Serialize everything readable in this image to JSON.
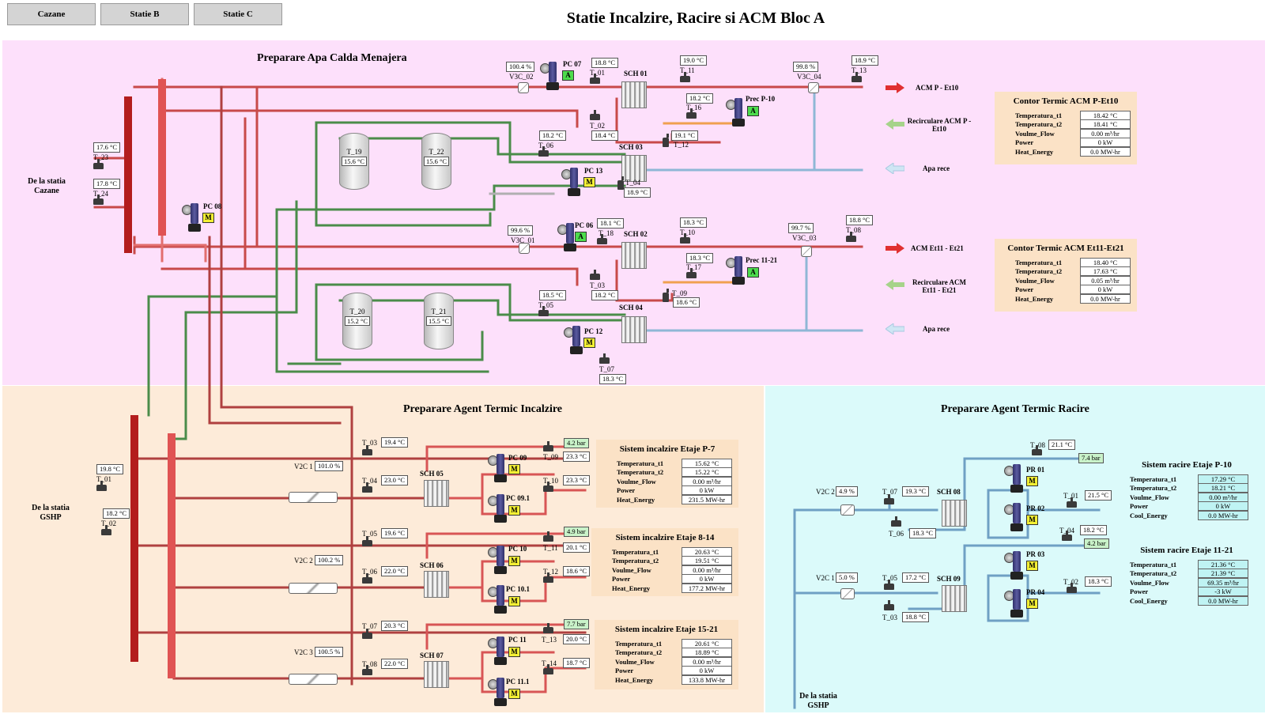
{
  "nav": [
    "Cazane",
    "Statie B",
    "Statie C"
  ],
  "title": "Statie Incalzire, Racire si ACM Bloc A",
  "colors": {
    "acm_panel": "#fde0fb",
    "heat_panel": "#fdebd9",
    "cool_panel": "#dbfafa",
    "hot_pipe": "#c43a3a",
    "return_pipe": "#e16a6a",
    "green_pipe": "#4a8c4a",
    "cold_pipe": "#8fb7d6",
    "manifold": "#b31d1d",
    "alarm_manual": "#f4f034",
    "alarm_auto": "#4ddc4d"
  },
  "acm": {
    "title": "Preparare Apa Calda Menajera",
    "source_label": "De la statia Cazane",
    "temps": {
      "T_23": {
        "label": "T_23",
        "value": "17.6 °C"
      },
      "T_24": {
        "label": "T_24",
        "value": "17.8 °C"
      },
      "T_01": {
        "label": "T_01",
        "value": "18.8 °C"
      },
      "T_02": {
        "label": "T_02",
        "value": "18.4 °C"
      },
      "T_06": {
        "label": "T_06",
        "value": "18.2 °C"
      },
      "T_11": {
        "label": "T_11",
        "value": "19.0 °C"
      },
      "T_16": {
        "label": "T_16",
        "value": "18.2 °C"
      },
      "T_12": {
        "label": "T_12",
        "value": "19.1 °C"
      },
      "T_13": {
        "label": "T_13",
        "value": "18.9 °C"
      },
      "T_04": {
        "label": "T_04",
        "value": "18.9 °C"
      },
      "T_18": {
        "label": "T_18",
        "value": "18.1 °C"
      },
      "T_10": {
        "label": "T_10",
        "value": "18.3 °C"
      },
      "T_17": {
        "label": "T_17",
        "value": "18.3 °C"
      },
      "T_08": {
        "label": "T_08",
        "value": "18.8 °C"
      },
      "T_03": {
        "label": "T_03",
        "value": "18.2 °C"
      },
      "T_05": {
        "label": "T_05",
        "value": "18.5 °C"
      },
      "T_09": {
        "label": "T_09",
        "value": "18.6 °C"
      },
      "T_07": {
        "label": "T_07",
        "value": "18.3 °C"
      }
    },
    "tanks": [
      {
        "name": "T_19",
        "value": "15.6 °C"
      },
      {
        "name": "T_22",
        "value": "15.6 °C"
      },
      {
        "name": "T_20",
        "value": "15.2 °C"
      },
      {
        "name": "T_21",
        "value": "15.5 °C"
      }
    ],
    "valves": {
      "V3C_02": {
        "label": "V3C_02",
        "value": "100.4 %"
      },
      "V3C_04": {
        "label": "V3C_04",
        "value": "99.8 %"
      },
      "V3C_01": {
        "label": "V3C_01",
        "value": "99.6 %"
      },
      "V3C_03": {
        "label": "V3C_03",
        "value": "99.7 %"
      }
    },
    "pumps": {
      "PC07": {
        "label": "PC 07",
        "mode": "A"
      },
      "PC13": {
        "label": "PC 13",
        "mode": "M"
      },
      "PC08": {
        "label": "PC 08",
        "mode": "M"
      },
      "PC06": {
        "label": "PC 06",
        "mode": "A"
      },
      "PC12": {
        "label": "PC 12",
        "mode": "M"
      },
      "PrecP10": {
        "label": "Prec P-10",
        "mode": "A"
      },
      "Prec1121": {
        "label": "Prec 11-21",
        "mode": "A"
      }
    },
    "exchangers": [
      "SCH 01",
      "SCH 03",
      "SCH 02",
      "SCH 04"
    ],
    "outputs": {
      "acm_p": "ACM P - Et10",
      "recirc_p": "Recirculare ACM P - Et10",
      "apa_rece_1": "Apa rece",
      "acm_11": "ACM Et11 - Et21",
      "recirc_11": "Recirculare ACM Et11 - Et21",
      "apa_rece_2": "Apa rece"
    },
    "meters": [
      {
        "title": "Contor Termic ACM P-Et10",
        "rows": [
          {
            "k": "Temperatura_t1",
            "v": "18.42 °C"
          },
          {
            "k": "Temperatura_t2",
            "v": "18.41 °C"
          },
          {
            "k": "Voulme_Flow",
            "v": "0.00 m³/hr"
          },
          {
            "k": "Power",
            "v": "0 kW"
          },
          {
            "k": "Heat_Energy",
            "v": "0.0 MW-hr"
          }
        ]
      },
      {
        "title": "Contor Termic ACM Et11-Et21",
        "rows": [
          {
            "k": "Temperatura_t1",
            "v": "18.40 °C"
          },
          {
            "k": "Temperatura_t2",
            "v": "17.63 °C"
          },
          {
            "k": "Voulme_Flow",
            "v": "0.05 m³/hr"
          },
          {
            "k": "Power",
            "v": "0 kW"
          },
          {
            "k": "Heat_Energy",
            "v": "0.0 MW-hr"
          }
        ]
      }
    ]
  },
  "heating": {
    "title": "Preparare Agent Termic Incalzire",
    "source_label": "De la statia GSHP",
    "source_temps": {
      "T_01": {
        "label": "T_01",
        "value": "19.8 °C"
      },
      "T_02": {
        "label": "T_02",
        "value": "18.2 °C"
      }
    },
    "circuits": [
      {
        "valve_label": "V2C 1",
        "valve_value": "101.0 %",
        "tin_label": "T_03",
        "tin_value": "19.4 °C",
        "tout_label": "T_04",
        "tout_value": "23.0 °C",
        "exchanger": "SCH 05",
        "pressure": "4.2 bar",
        "ts_label": "T_09",
        "ts_value": "23.3 °C",
        "tr_label": "T_10",
        "tr_value": "23.3 °C",
        "pump_a": "PC 09",
        "pump_a_mode": "M",
        "pump_b": "PC 09.1",
        "pump_b_mode": "M",
        "system": {
          "title": "Sistem incalzire Etaje P-7",
          "rows": [
            {
              "k": "Temperatura_t1",
              "v": "15.62 °C"
            },
            {
              "k": "Temperatura_t2",
              "v": "15.22 °C"
            },
            {
              "k": "Voulme_Flow",
              "v": "0.00 m³/hr"
            },
            {
              "k": "Power",
              "v": "0 kW"
            },
            {
              "k": "Heat_Energy",
              "v": "231.5 MW-hr"
            }
          ]
        }
      },
      {
        "valve_label": "V2C 2",
        "valve_value": "100.2 %",
        "tin_label": "T_05",
        "tin_value": "19.6 °C",
        "tout_label": "T_06",
        "tout_value": "22.0 °C",
        "exchanger": "SCH 06",
        "pressure": "4.9 bar",
        "ts_label": "T_11",
        "ts_value": "20.1 °C",
        "tr_label": "T_12",
        "tr_value": "18.6 °C",
        "pump_a": "PC 10",
        "pump_a_mode": "M",
        "pump_b": "PC 10.1",
        "pump_b_mode": "M",
        "system": {
          "title": "Sistem incalzire Etaje 8-14",
          "rows": [
            {
              "k": "Temperatura_t1",
              "v": "20.63 °C"
            },
            {
              "k": "Temperatura_t2",
              "v": "19.51 °C"
            },
            {
              "k": "Voulme_Flow",
              "v": "0.00 m³/hr"
            },
            {
              "k": "Power",
              "v": "0 kW"
            },
            {
              "k": "Heat_Energy",
              "v": "177.2 MW-hr"
            }
          ]
        }
      },
      {
        "valve_label": "V2C 3",
        "valve_value": "100.5 %",
        "tin_label": "T_07",
        "tin_value": "20.3 °C",
        "tout_label": "T_08",
        "tout_value": "22.0 °C",
        "exchanger": "SCH 07",
        "pressure": "7.7 bar",
        "ts_label": "T_13",
        "ts_value": "20.0 °C",
        "tr_label": "T_14",
        "tr_value": "18.7 °C",
        "pump_a": "PC 11",
        "pump_a_mode": "M",
        "pump_b": "PC 11.1",
        "pump_b_mode": "M",
        "system": {
          "title": "Sistem incalzire Etaje 15-21",
          "rows": [
            {
              "k": "Temperatura_t1",
              "v": "20.61 °C"
            },
            {
              "k": "Temperatura_t2",
              "v": "18.89 °C"
            },
            {
              "k": "Voulme_Flow",
              "v": "0.00 m³/hr"
            },
            {
              "k": "Power",
              "v": "0 kW"
            },
            {
              "k": "Heat_Energy",
              "v": "133.8 MW-hr"
            }
          ]
        }
      }
    ]
  },
  "cooling": {
    "title": "Preparare Agent Termic Racire",
    "source_label": "De la statia GSHP",
    "circuits": [
      {
        "valve_label": "V2C 2",
        "valve_value": "4.9 %",
        "tin_label": "T_07",
        "tin_value": "19.3 °C",
        "tret_label": "T_06",
        "tret_value": "18.3 °C",
        "exchanger": "SCH 08",
        "top_label": "T_08",
        "top_value": "21.1 °C",
        "pressure": "7.4 bar",
        "ts_label": "T_01",
        "ts_value": "21.5 °C",
        "pump_a": "PR 01",
        "pump_a_mode": "M",
        "pump_b": "PR 02",
        "pump_b_mode": "M",
        "system": {
          "title": "Sistem racire Etaje P-10",
          "rows": [
            {
              "k": "Temperatura_t1",
              "v": "17.29 °C"
            },
            {
              "k": "Temperatura_t2",
              "v": "18.21 °C"
            },
            {
              "k": "Voulme_Flow",
              "v": "0.00 m³/hr"
            },
            {
              "k": "Power",
              "v": "0 kW"
            },
            {
              "k": "Cool_Energy",
              "v": "0.0 MW-hr"
            }
          ]
        }
      },
      {
        "valve_label": "V2C 1",
        "valve_value": "5.0 %",
        "tin_label": "T_05",
        "tin_value": "17.2 °C",
        "tret_label": "T_03",
        "tret_value": "18.8 °C",
        "exchanger": "SCH 09",
        "top_label": "T_04",
        "top_value": "18.2 °C",
        "pressure": "4.2 bar",
        "ts_label": "T_02",
        "ts_value": "18.3 °C",
        "pump_a": "PR 03",
        "pump_a_mode": "M",
        "pump_b": "PR 04",
        "pump_b_mode": "M",
        "system": {
          "title": "Sistem racire Etaje 11-21",
          "rows": [
            {
              "k": "Temperatura_t1",
              "v": "21.36 °C"
            },
            {
              "k": "Temperatura_t2",
              "v": "21.39 °C"
            },
            {
              "k": "Voulme_Flow",
              "v": "69.35 m³/hr"
            },
            {
              "k": "Power",
              "v": "-3 kW"
            },
            {
              "k": "Cool_Energy",
              "v": "0.0 MW-hr"
            }
          ]
        }
      }
    ]
  }
}
